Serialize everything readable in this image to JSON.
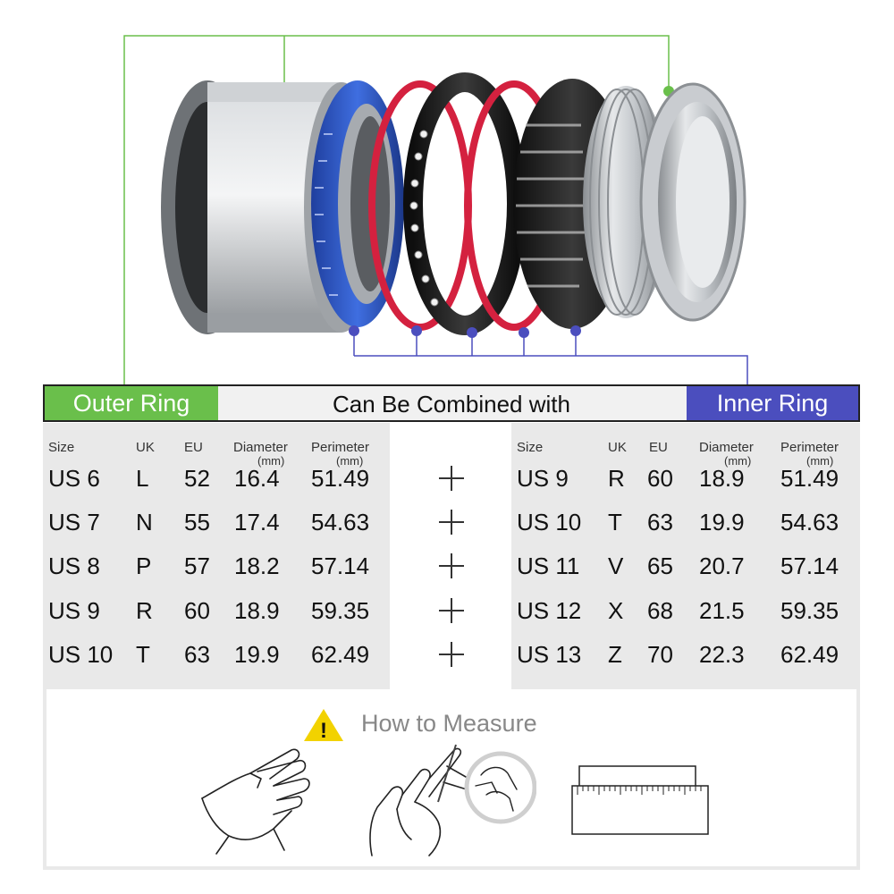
{
  "header": {
    "outer_label": "Outer Ring",
    "middle_label": "Can Be Combined with",
    "inner_label": "Inner Ring"
  },
  "colors": {
    "outer_accent": "#6abf4b",
    "inner_accent": "#4b4ebe",
    "panel_bg": "#e9e9e9",
    "blue_ring": "#2f56c9",
    "red_ring": "#d4213f",
    "black_ring": "#1b1b1b",
    "steel": "#b8bcc0"
  },
  "columns": {
    "size": "Size",
    "uk": "UK",
    "eu": "EU",
    "diameter": "Diameter",
    "diameter_unit": "(mm)",
    "perimeter": "Perimeter",
    "perimeter_unit": "(mm)"
  },
  "outer_rows": [
    {
      "size": "US 6",
      "uk": "L",
      "eu": "52",
      "diameter": "16.4",
      "perimeter": "51.49"
    },
    {
      "size": "US 7",
      "uk": "N",
      "eu": "55",
      "diameter": "17.4",
      "perimeter": "54.63"
    },
    {
      "size": "US 8",
      "uk": "P",
      "eu": "57",
      "diameter": "18.2",
      "perimeter": "57.14"
    },
    {
      "size": "US 9",
      "uk": "R",
      "eu": "60",
      "diameter": "18.9",
      "perimeter": "59.35"
    },
    {
      "size": "US 10",
      "uk": "T",
      "eu": "63",
      "diameter": "19.9",
      "perimeter": "62.49"
    }
  ],
  "inner_rows": [
    {
      "size": "US 9",
      "uk": "R",
      "eu": "60",
      "diameter": "18.9",
      "perimeter": "51.49"
    },
    {
      "size": "US 10",
      "uk": "T",
      "eu": "63",
      "diameter": "19.9",
      "perimeter": "54.63"
    },
    {
      "size": "US 11",
      "uk": "V",
      "eu": "65",
      "diameter": "20.7",
      "perimeter": "57.14"
    },
    {
      "size": "US 12",
      "uk": "X",
      "eu": "68",
      "diameter": "21.5",
      "perimeter": "59.35"
    },
    {
      "size": "US 13",
      "uk": "Z",
      "eu": "70",
      "diameter": "22.3",
      "perimeter": "62.49"
    }
  ],
  "measure": {
    "title": "How to Measure",
    "warning_glyph": "!",
    "icons": [
      "warning-icon",
      "hand-icon",
      "wrap-finger-icon",
      "ruler-icon"
    ]
  }
}
